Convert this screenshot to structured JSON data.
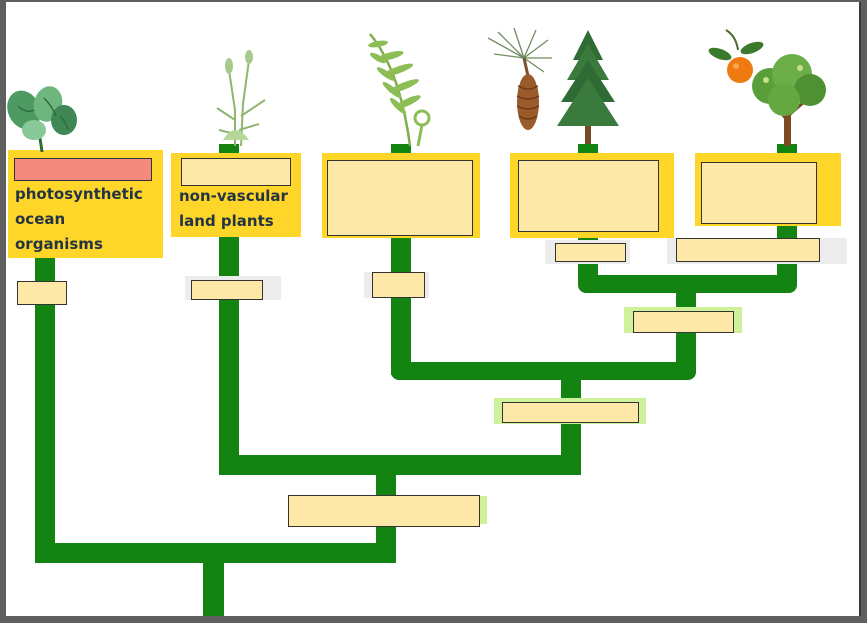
{
  "labels": {
    "group1": [
      "photosynthetic",
      "ocean",
      "organisms"
    ],
    "group2": [
      "non-vascular",
      "land plants"
    ]
  },
  "icons": [
    "algae-icon",
    "moss-icon",
    "fern-icon",
    "pine-cone-icon",
    "conifer-tree-icon",
    "orange-fruit-icon",
    "deciduous-tree-icon"
  ],
  "colors": {
    "branch": "#138312",
    "label_bg": "#fed62a",
    "blank_box": "#fde8a8",
    "highlight_box": "#f38a7e",
    "trait_tab": "#cdf29a"
  }
}
